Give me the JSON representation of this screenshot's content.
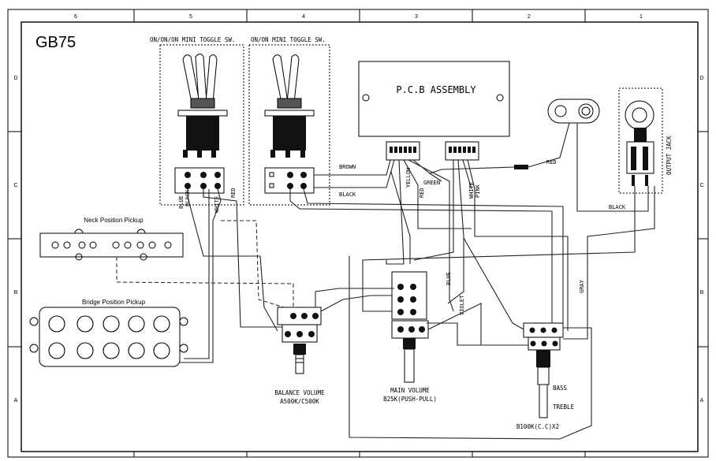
{
  "title": "GB75",
  "grid": {
    "columns": [
      "6",
      "5",
      "4",
      "3",
      "2",
      "1"
    ],
    "rows": [
      "D",
      "C",
      "B",
      "A"
    ]
  },
  "components": {
    "toggle1": "ON/ON/ON MINI TOGGLE SW.",
    "toggle2": "ON/ON MINI TOGGLE SW.",
    "pcb": "P.C.B ASSEMBLY",
    "jack": "OUTPUT JACK",
    "neck_pickup": "Neck Position Pickup",
    "bridge_pickup": "Bridge Position Pickup",
    "balance_volume": "BALANCE VOLUME",
    "balance_value": "A500K/C500K",
    "main_volume": "MAIN VOLUME",
    "main_value": "B25K(PUSH-PULL)",
    "tone_bass": "BASS",
    "tone_treble": "TREBLE",
    "tone_value": "B100K(C.C)X2"
  },
  "wires": {
    "brown": "BROWN",
    "black": "BLACK",
    "black2": "BLACK",
    "yellow": "YELLOW",
    "red": "RED",
    "red2": "RED",
    "red3": "RED",
    "green": "GREEN",
    "white": "WHITE",
    "white2": "WHITE",
    "pink": "PINK",
    "blue": "BLUE",
    "blue2": "BLUE",
    "black3": "BLACK",
    "violet": "VIOLET",
    "gray": "GRAY"
  }
}
